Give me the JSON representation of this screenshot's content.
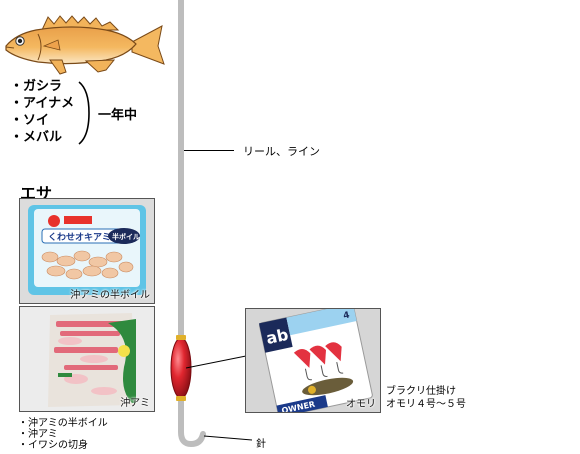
{
  "fish_list": [
    "・ガシラ",
    "・アイナメ",
    "・ソイ",
    "・メバル"
  ],
  "season_label": "一年中",
  "bait_heading": "エサ",
  "photos": {
    "boiled_krill": {
      "label": "沖アミの半ボイル",
      "package_text_1": "くわせオキアミ",
      "package_text_2": "半ボイル"
    },
    "krill": {
      "label": "沖アミ"
    },
    "rig_package": {
      "label": "オモリ",
      "package_code": "ab",
      "package_number": "4",
      "package_brand": "OWNER"
    }
  },
  "bait_list": [
    "・沖アミの半ボイル",
    "・沖アミ",
    "・イワシの切身"
  ],
  "line_label": "リール、ライン",
  "rig_title": "ブラクリ仕掛け",
  "rig_weight": "オモリ４号～５号",
  "hook_label": "針",
  "colors": {
    "rod": "#bdbdbd",
    "sinker": "#d9212a",
    "fish_body": "#f4b860",
    "tray": "#5fc4e6"
  }
}
